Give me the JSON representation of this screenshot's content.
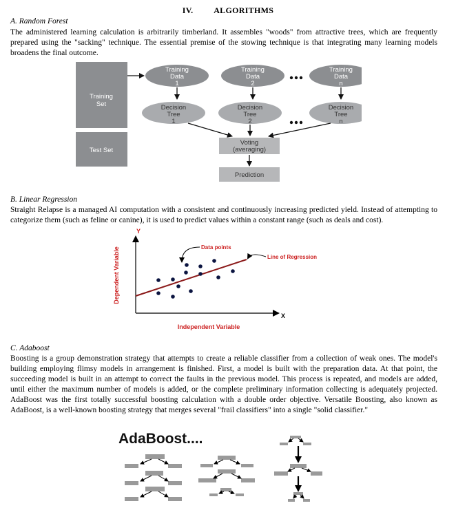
{
  "section": {
    "numeral": "IV.",
    "title": "ALGORITHMS"
  },
  "rf": {
    "heading": "A.  Random Forest",
    "para": "The administered learning calculation is arbitrarily timberland. It assembles \"woods\" from attractive trees, which are frequently prepared using the \"sacking\" technique. The essential premise of the stowing technique is that integrating many learning models broadens the final outcome.",
    "diagram": {
      "training_set": [
        "Training",
        "Set"
      ],
      "test_set": "Test Set",
      "data_nodes": [
        [
          "Training",
          "Data",
          "1"
        ],
        [
          "Training",
          "Data",
          "2"
        ],
        [
          "Training",
          "Data",
          "n"
        ]
      ],
      "tree_nodes": [
        [
          "Decision",
          "Tree",
          "1"
        ],
        [
          "Decision",
          "Tree",
          "2"
        ],
        [
          "Decision",
          "Tree",
          "n"
        ]
      ],
      "voting": [
        "Voting",
        "(averaging)"
      ],
      "prediction": "Prediction",
      "colors": {
        "box": "#8c8e91",
        "ellipse": "#a9abae",
        "small_box": "#b6b7b9",
        "text_light": "#ffffff",
        "text_dark": "#333333"
      }
    }
  },
  "lr": {
    "heading": "B.  Linear Regression",
    "para": "Straight Relapse is a managed AI computation with a consistent and continuously increasing predicted yield. Instead of attempting to categorize them (such as feline or canine), it is used to predict values within a constant range (such as deals and cost).",
    "chart": {
      "y_axis": "Y",
      "x_axis": "X",
      "ylabel": "Dependent Variable",
      "xlabel": "Independent Variable",
      "data_points_label": "Data points",
      "line_label": "Line of Regression",
      "colors": {
        "label": "#cc1f1f",
        "line": "#8b1a1a",
        "point": "#0b1440",
        "axis": "#000000"
      }
    }
  },
  "ada": {
    "heading": "C.  Adaboost",
    "para": "Boosting is a group demonstration strategy that attempts to create a reliable classifier from a collection of weak ones. The model's building employing flimsy models in arrangement is finished. First, a model is built with the preparation data. At that point, the succeeding model is built in an attempt to correct the faults in the previous model. This process is repeated, and models are added, until either the maximum number of models is added, or the complete preliminary information collecting is adequately projected. AdaBoost was the first totally successful boosting calculation with a double order objective. Versatile Boosting, also known as AdaBoost, is a well-known boosting strategy that merges several \"frail classifiers\" into a single \"solid classifier.\"",
    "image_title": "AdaBoost....",
    "colors": {
      "bar": "#9a9a9a"
    }
  }
}
